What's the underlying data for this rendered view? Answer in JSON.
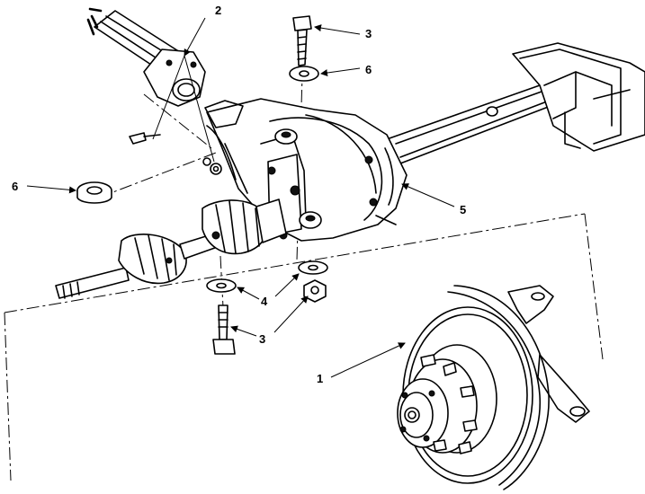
{
  "callouts": {
    "c1": "1",
    "c2": "2",
    "c3a": "3",
    "c3b": "3",
    "c4": "4",
    "c5": "5",
    "c6a": "6",
    "c6b": "6"
  }
}
